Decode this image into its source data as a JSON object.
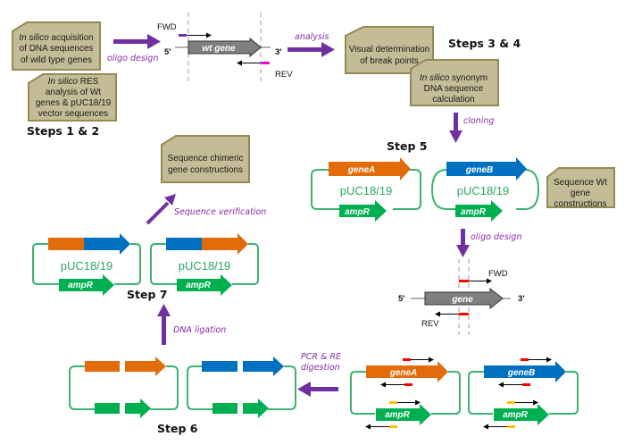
{
  "colors": {
    "box_fill": "#c4bc96",
    "box_border": "#948a54",
    "flow_arrow": "#7030a0",
    "action_text": "#8a2aa8",
    "geneA": "#e36c0a",
    "geneB": "#0070c0",
    "ampR": "#00b050",
    "backbone": "#3cb371",
    "wt_gene": "#7f7f7f",
    "fwd_primer_step1": "#7030a0",
    "rev_primer_step1": "#ff00ff",
    "break_primer": "#ff0000",
    "amp_primer": "#ffc000"
  },
  "boxes": {
    "acquisition": {
      "line1_italic": "In silico",
      "line1_rest": " acquisition",
      "line2": "of DNA sequences",
      "line3": "of wild type genes"
    },
    "res_analysis": {
      "line1_italic": "In silico",
      "line1_rest": " RES",
      "line2": "analysis  of Wt",
      "line3": "genes & pUC18/19",
      "line4": "vector sequences"
    },
    "break_points": {
      "line1": "Visual determination",
      "line2": "of break points"
    },
    "synonym": {
      "line1_italic": "In silico",
      "line1_rest": " synonym",
      "line2": "DNA sequence",
      "line3": "calculation"
    },
    "seq_wt": {
      "line1": "Sequence  Wt",
      "line2": "gene",
      "line3": "constructions"
    },
    "seq_chimeric": {
      "line1": "Sequence  chimeric",
      "line2": "gene constructions"
    }
  },
  "steps": {
    "s12": "Steps 1 & 2",
    "s34": "Steps 3 & 4",
    "s5": "Step 5",
    "s6": "Step 6",
    "s7": "Step 7"
  },
  "actions": {
    "oligo_design_1": "oligo design",
    "analysis": "analysis",
    "cloning": "cloning",
    "oligo_design_2": "oligo design",
    "pcr_re_line1": "PCR & RE",
    "pcr_re_line2": "digestion",
    "dna_ligation": "DNA ligation",
    "seq_verification": "Sequence verification"
  },
  "primer_diagram_1": {
    "fwd": "FWD",
    "rev": "REV",
    "five": "5'",
    "three": "3'",
    "gene": "wt  gene"
  },
  "primer_diagram_2": {
    "fwd": "FWD",
    "rev": "REV",
    "five": "5'",
    "three": "3'",
    "gene": "gene"
  },
  "plasmids": {
    "vector": "pUC18/19",
    "geneA": "geneA",
    "geneB": "geneB",
    "ampR": "ampR"
  }
}
